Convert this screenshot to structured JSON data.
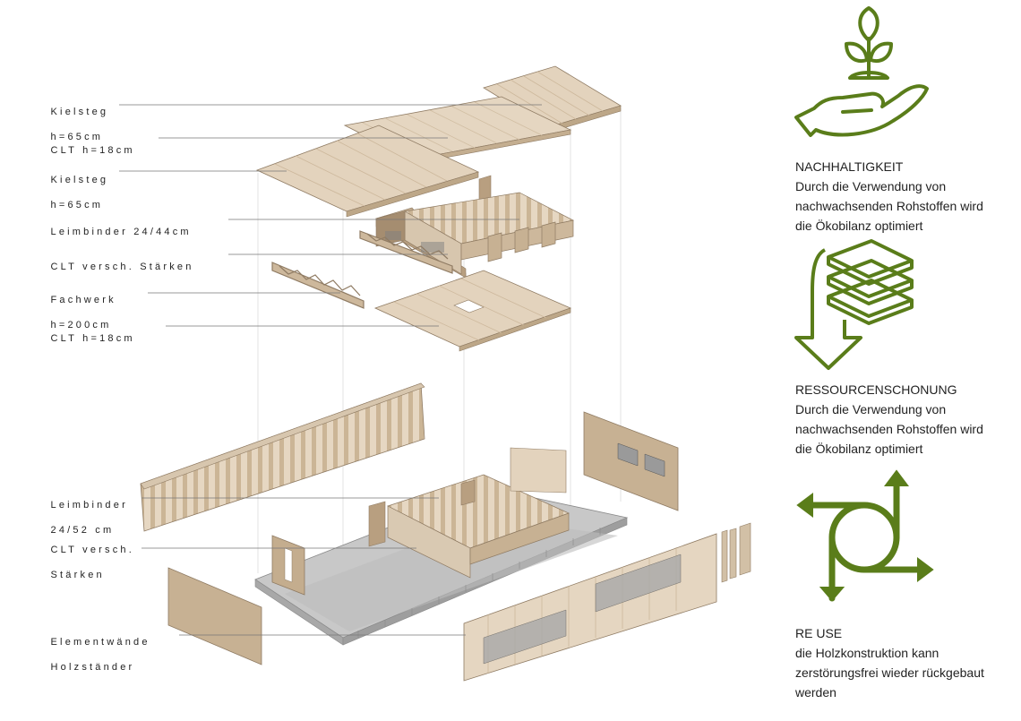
{
  "labels": {
    "kielsteg_top": [
      "Kielsteg",
      "h=65cm"
    ],
    "clt_top": [
      "CLT h=18cm"
    ],
    "kielsteg_2": [
      "Kielsteg",
      "h=65cm"
    ],
    "leimbinder_44": [
      "Leimbinder 24/44cm"
    ],
    "clt_versch_1": [
      "CLT versch. Stärken"
    ],
    "fachwerk": [
      "Fachwerk",
      "h=200cm"
    ],
    "clt_mid": [
      "CLT h=18cm"
    ],
    "leimbinder_52": [
      "Leimbinder",
      "24/52 cm"
    ],
    "clt_versch_2": [
      "CLT versch.",
      "Stärken"
    ],
    "elementwaende": [
      "Elementwände",
      "Holzständer"
    ]
  },
  "benefits": [
    {
      "title": "NACHHALTIGKEIT",
      "lines": [
        "Durch die Verwendung von",
        "nachwachsenden Rohstoffen wird",
        "die Ökobilanz optimiert"
      ],
      "icon": "plant-in-hand-icon"
    },
    {
      "title": "RESSOURCENSCHONUNG",
      "lines": [
        "Durch die Verwendung von",
        "nachwachsenden Rohstoffen wird",
        "die Ökobilanz optimiert"
      ],
      "icon": "stacked-layers-arrow-icon"
    },
    {
      "title": "RE USE",
      "lines": [
        "die Holzkonstruktion kann",
        "zerstörungsfrei wieder rückgebaut",
        "werden"
      ],
      "icon": "circular-arrows-icon"
    }
  ],
  "colors": {
    "accent_green": "#5a7d1a",
    "wood_light": "#e3d3bd",
    "wood_mid": "#cdb89c",
    "wood_dark": "#a18a70",
    "floor_grey": "#b5b5b5",
    "leader_line": "#777777"
  }
}
